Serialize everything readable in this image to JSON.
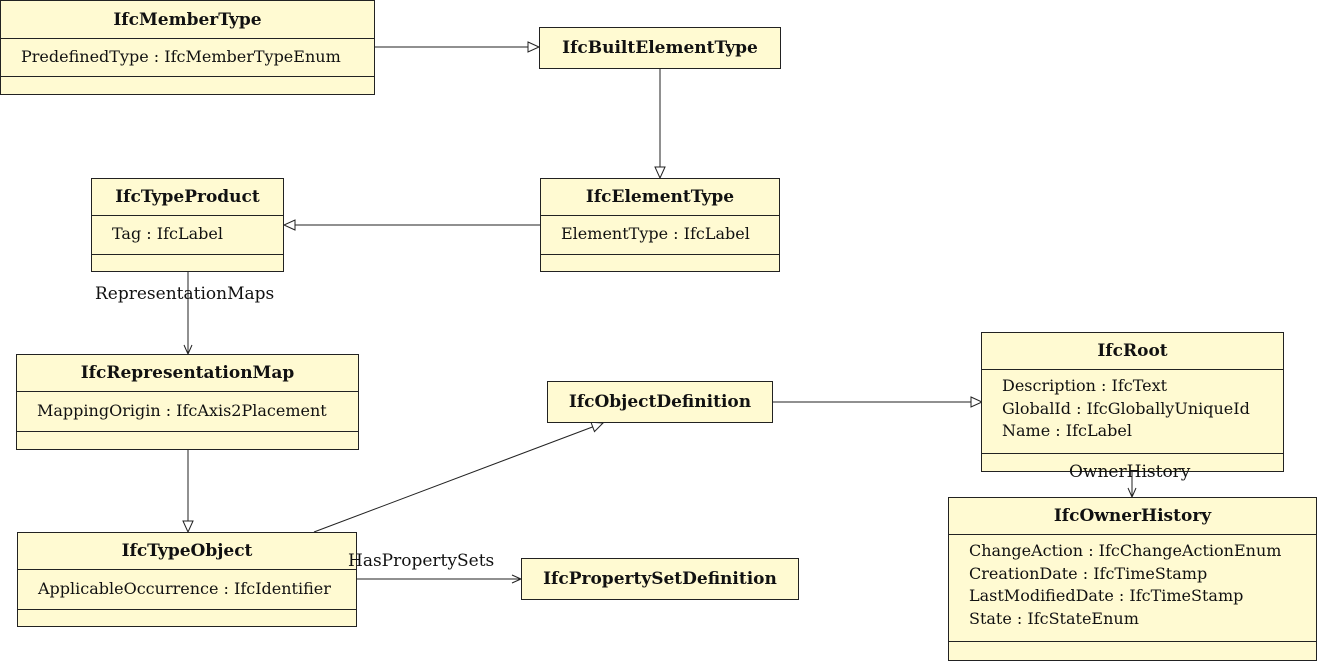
{
  "classes": {
    "member_type": {
      "name": "IfcMemberType",
      "attrs": [
        "PredefinedType : IfcMemberTypeEnum"
      ]
    },
    "built_element_type": {
      "name": "IfcBuiltElementType"
    },
    "type_product": {
      "name": "IfcTypeProduct",
      "attrs": [
        "Tag : IfcLabel"
      ]
    },
    "element_type": {
      "name": "IfcElementType",
      "attrs": [
        "ElementType : IfcLabel"
      ]
    },
    "representation_map": {
      "name": "IfcRepresentationMap",
      "attrs": [
        "MappingOrigin : IfcAxis2Placement"
      ]
    },
    "object_definition": {
      "name": "IfcObjectDefinition"
    },
    "root": {
      "name": "IfcRoot",
      "attrs": [
        "Description : IfcText",
        "GlobalId : IfcGloballyUniqueId",
        "Name : IfcLabel"
      ]
    },
    "type_object": {
      "name": "IfcTypeObject",
      "attrs": [
        "ApplicableOccurrence : IfcIdentifier"
      ]
    },
    "property_set_definition": {
      "name": "IfcPropertySetDefinition"
    },
    "owner_history": {
      "name": "IfcOwnerHistory",
      "attrs": [
        "ChangeAction : IfcChangeActionEnum",
        "CreationDate : IfcTimeStamp",
        "LastModifiedDate : IfcTimeStamp",
        "State : IfcStateEnum"
      ]
    }
  },
  "associations": {
    "representation_maps": "RepresentationMaps",
    "has_property_sets": "HasPropertySets",
    "owner_history": "OwnerHistory"
  },
  "colors": {
    "class_fill": "#fffad2",
    "line": "#222222"
  }
}
